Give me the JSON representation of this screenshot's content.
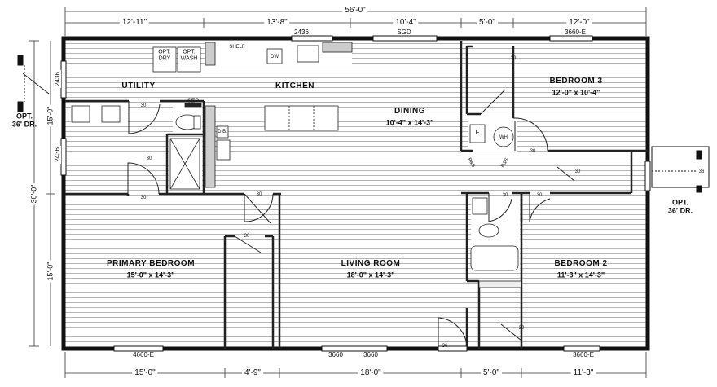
{
  "dims_top": {
    "total": "56'-0\"",
    "d1": "12'-11\"",
    "d2": "13'-8\"",
    "d3": "10'-4\"",
    "d4": "5'-0\"",
    "d5": "12'-0\""
  },
  "dims_bottom": {
    "d1": "15'-0\"",
    "d2": "4'-9\"",
    "d3": "18'-0\"",
    "d4": "5'-0\"",
    "d5": "11'-3\""
  },
  "dims_left": {
    "total": "30'-0\"",
    "upper": "15'-0\"",
    "lower": "15'-0\""
  },
  "windows": {
    "w_left_a": "2436",
    "w_left_b": "2436",
    "w_top_kitchen": "2436",
    "sgd": "SGD",
    "w_top_bed3": "3660-E",
    "w_bot_primary": "4660-E",
    "w_bot_living_a": "3660",
    "w_bot_living_b": "3660",
    "w_bot_bed2": "3660-E"
  },
  "rooms": {
    "utility": "UTILITY",
    "kitchen": "KITCHEN",
    "dining": "DINING",
    "dining_size": "10'-4\" x 14'-3\"",
    "bedroom3": "BEDROOM 3",
    "bedroom3_size": "12'-0\" x 10'-4\"",
    "primary": "PRIMARY BEDROOM",
    "primary_size": "15'-0\" x 14'-3\"",
    "living": "LIVING ROOM",
    "living_size": "18'-0\" x 14'-3\"",
    "bedroom2": "BEDROOM 2",
    "bedroom2_size": "11'-3\" x 14'-3\""
  },
  "fixtures": {
    "opt_dry": [
      "OPT.",
      "DRY"
    ],
    "opt_wash": [
      "OPT.",
      "WASH"
    ],
    "shelf": "SHELF",
    "dw": "DW",
    "sep": "SEP",
    "db": "D.B.",
    "f": "F",
    "wh": "WH",
    "ra_left": "R&S",
    "ra_right": "R&S"
  },
  "doors": {
    "d_util": "30",
    "d_primary": "30",
    "d_hall_bath": "30",
    "d_closet_primary": "30",
    "d_bed3": "30",
    "d_hall_linen": "30",
    "d_bed3_closet": "30",
    "d_bath2_a": "30",
    "d_bath2_b": "30",
    "d_bed2_closet": "30",
    "d_entry": "36",
    "d_opt_right": "36",
    "d_util_top": "30"
  },
  "optional_doors": {
    "left": [
      "OPT.",
      "36' DR."
    ],
    "right": [
      "OPT.",
      "36' DR."
    ]
  }
}
